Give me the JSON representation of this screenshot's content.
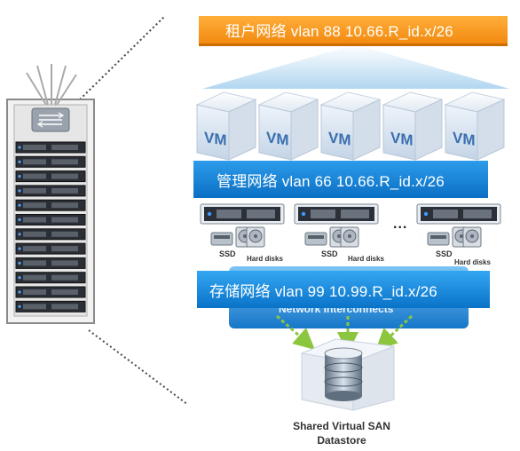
{
  "tenant_network": {
    "label": "租户网络  vlan 88 10.66.R_id.x/26",
    "color": "#f7941d"
  },
  "management_network": {
    "label": "管理网络 vlan 66  10.66.R_id.x/26",
    "color": "#1b8fe0"
  },
  "storage_network": {
    "label": "存储网络 vlan  99    10.99.R_id.x/26",
    "color": "#1b8fe0"
  },
  "vm_label": "VM",
  "vm_count": 5,
  "hosts": [
    {
      "ssd_label": "SSD",
      "hdd_label": "Hard disks"
    },
    {
      "ssd_label": "SSD",
      "hdd_label": "Hard disks"
    },
    {
      "ssd_label": "SSD",
      "hdd_label": "Hard disks"
    }
  ],
  "ellipsis": "...",
  "network_interconnects": "Network Interconnects",
  "datastore": {
    "line1": "Shared Virtual SAN",
    "line2": "Datastore"
  },
  "rack_server_units": 12,
  "icons": [
    "network-switch-icon",
    "vm-cube-icon",
    "server-icon",
    "disk-icon",
    "datastore-icon"
  ]
}
